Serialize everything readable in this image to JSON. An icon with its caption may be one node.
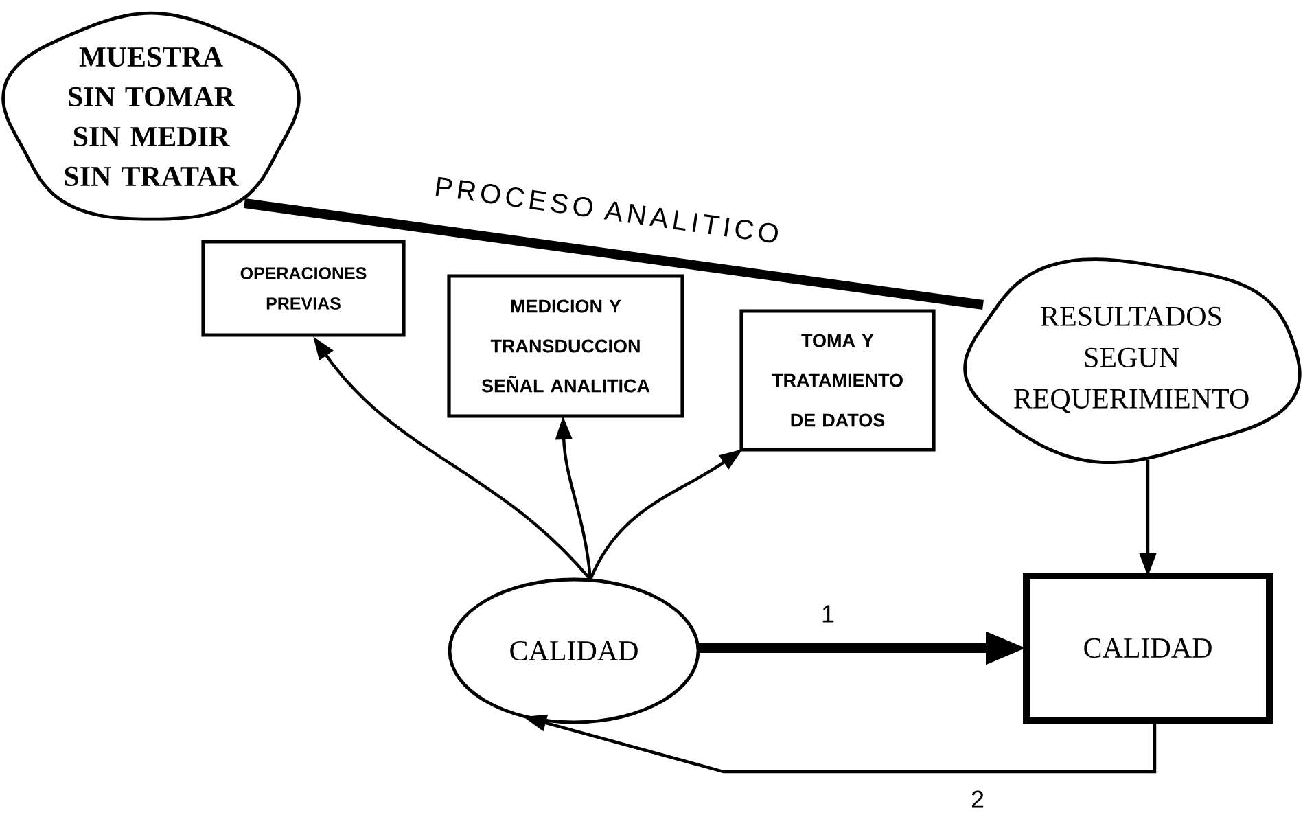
{
  "diagram": {
    "nodes": [
      {
        "text": [
          "MUESTRA SIN TOMAR SIN MEDIR SIN TRATAR"
        ]
      },
      {
        "text": [
          "OPERACIONES PREVIAS"
        ]
      },
      {
        "text": [
          "MEDICION Y TRANSDUCCION SEÑAL ANALITICA"
        ]
      },
      {
        "text": [
          "TOMA Y TRATAMIENTO DE DATOS"
        ]
      },
      {
        "text": [
          "RESULTADOS SEGUN REQUERIMIENTO"
        ]
      },
      {
        "text": [
          "CALIDAD"
        ]
      },
      {
        "text": [
          "CALIDAD"
        ]
      }
    ],
    "edges": [
      {
        "from": 0,
        "to": 4,
        "arrow": "none",
        "label": "PROCESO ANALITICO",
        "style": "thick"
      },
      {
        "from": 5,
        "to": 1,
        "arrow": "to"
      },
      {
        "from": 5,
        "to": 2,
        "arrow": "to"
      },
      {
        "from": 5,
        "to": 3,
        "arrow": "to"
      },
      {
        "from": 4,
        "to": 6,
        "arrow": "to"
      },
      {
        "from": 5,
        "to": 6,
        "arrow": "to",
        "label": "1",
        "style": "thick"
      },
      {
        "from": 6,
        "to": 5,
        "arrow": "to",
        "label": "2"
      }
    ]
  }
}
